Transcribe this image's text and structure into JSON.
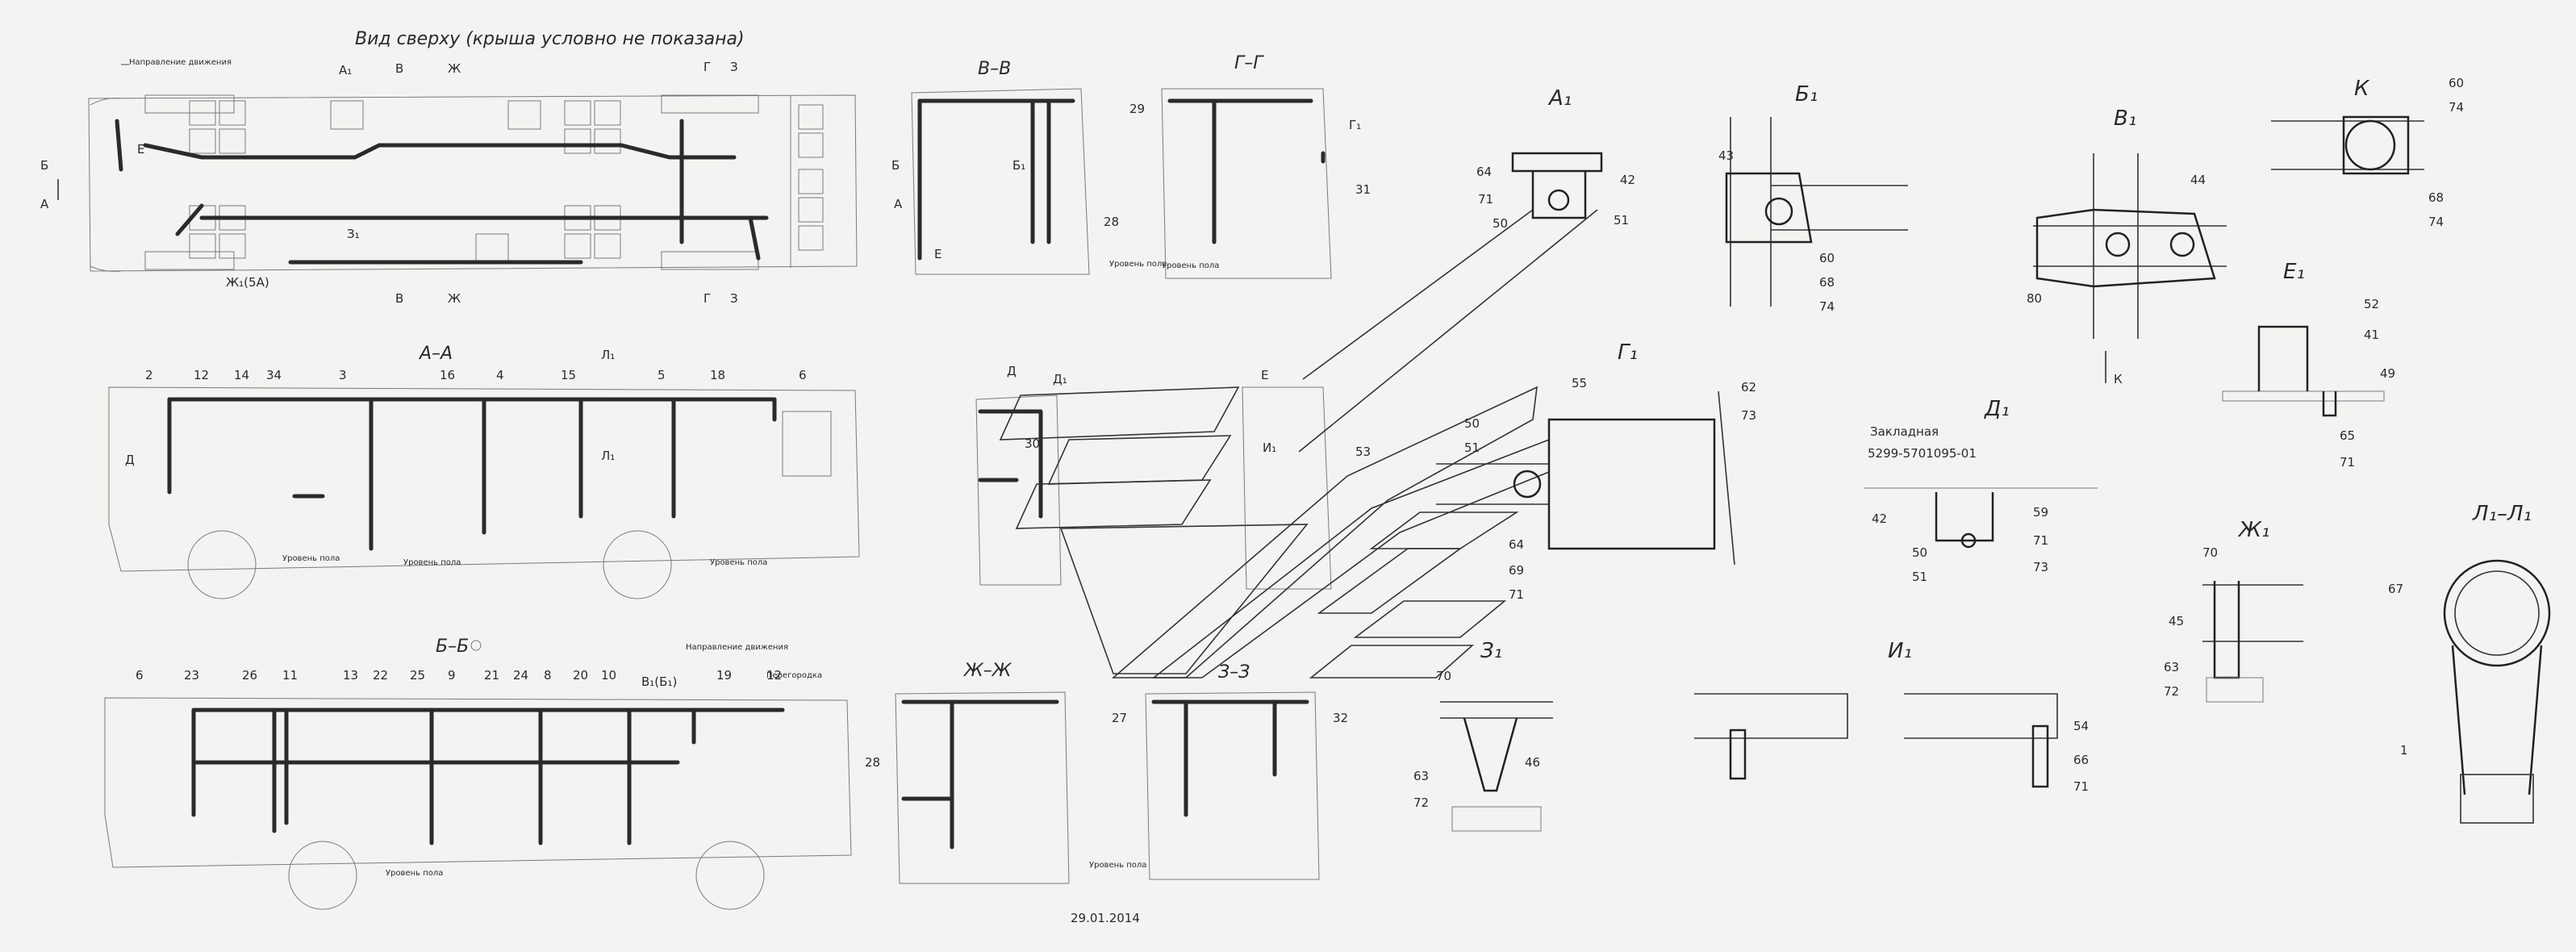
{
  "views": {
    "top": {
      "title": "Вид сверху (крыша условно не показана)",
      "direction": "Направление движения"
    },
    "aa": {
      "title": "А–А"
    },
    "bb": {
      "title": "Б–Б",
      "direction": "Направление движения",
      "b_ref": "В₁(Б₁)",
      "partition": "Перегородка"
    },
    "vv": {
      "title": "В–В"
    },
    "gg": {
      "title": "Г–Г"
    },
    "zhzh": {
      "title": "Ж–Ж"
    },
    "zz": {
      "title": "З–З"
    },
    "d": {
      "title": "Д"
    }
  },
  "details": {
    "a1": "А₁",
    "b1": "Б₁",
    "v1": "В₁",
    "k": "К",
    "e1": "Е₁",
    "g1": "Г₁",
    "d1": "Д₁",
    "zh1": "Ж₁",
    "z1": "З₁",
    "i1": "И₁",
    "l1l1": "Л₁–Л₁"
  },
  "cut_marks": {
    "b": "Б",
    "a": "А",
    "e": "Е",
    "a1": "А₁",
    "v": "В",
    "zh": "Ж",
    "g": "Г",
    "z": "З",
    "z1": "З₁",
    "zh1_5a": "Ж₁(5А)",
    "l1": "Л₁",
    "d": "Д",
    "d1": "Д₁",
    "e_circ": "Е",
    "i1": "И₁"
  },
  "floor_level": "Уровень пола",
  "floor_height": "Уровень пола",
  "floor_side_a": "Уровень пола",
  "top_label": "Закладная",
  "part_number": "5299-5701095-01",
  "date": "29.01.2014",
  "positions": {
    "aa": [
      "2",
      "12",
      "14",
      "34",
      "3",
      "16",
      "4",
      "15",
      "5",
      "18",
      "6"
    ],
    "bb": [
      "6",
      "23",
      "26",
      "11",
      "13",
      "22",
      "25",
      "9",
      "21",
      "24",
      "8",
      "20",
      "10",
      "19",
      "12"
    ],
    "vv": [
      "29",
      "28",
      "31"
    ],
    "zhzh": [
      "28"
    ],
    "zz": [
      "27",
      "32"
    ],
    "d": [
      "30",
      "53"
    ],
    "a1": [
      "64",
      "42",
      "71",
      "50",
      "51"
    ],
    "b1": [
      "43",
      "60",
      "68",
      "74"
    ],
    "v1": [
      "44",
      "80"
    ],
    "k": [
      "60",
      "74",
      "68",
      "74"
    ],
    "e1": [
      "52",
      "41",
      "49",
      "65",
      "71"
    ],
    "g1": [
      "55",
      "62",
      "73",
      "50",
      "51",
      "64",
      "69",
      "71"
    ],
    "d1": [
      "42",
      "59",
      "71",
      "73",
      "50",
      "51"
    ],
    "zh1": [
      "70",
      "45",
      "63",
      "72"
    ],
    "z1": [
      "70",
      "46",
      "63",
      "72"
    ],
    "i1": [
      "54",
      "66",
      "71"
    ],
    "l1": [
      "67",
      "1"
    ]
  }
}
